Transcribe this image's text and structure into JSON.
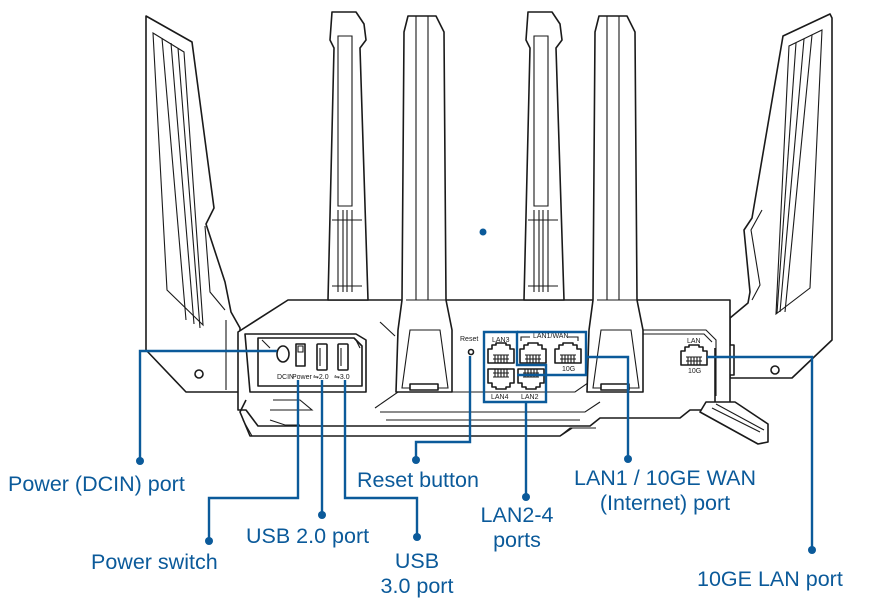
{
  "diagram": {
    "subject": "Wireless router rear panel",
    "accent_color": "#0b5a9a",
    "line_color": "#1a1a1a",
    "panel_markings": {
      "dcin": "DCIN",
      "power": "Power",
      "usb20": "⇋2.0",
      "usb30": "⇋3.0",
      "reset": "Reset",
      "lan3": "LAN3",
      "lan4": "LAN4",
      "lan2": "LAN2",
      "lan1_wan": "LAN1/WAN",
      "wan_10g": "10G",
      "lan": "LAN",
      "lan_10g": "10G"
    },
    "callouts": [
      {
        "id": "power-dcin-port",
        "text": "Power (DCIN) port"
      },
      {
        "id": "power-switch",
        "text": "Power switch"
      },
      {
        "id": "usb20-port",
        "text": "USB 2.0 port"
      },
      {
        "id": "usb30-port",
        "line1": "USB",
        "line2": "3.0 port"
      },
      {
        "id": "reset-button",
        "text": "Reset button"
      },
      {
        "id": "lan2-4-ports",
        "line1": "LAN2-4",
        "line2": "ports"
      },
      {
        "id": "lan1-wan-port",
        "line1": "LAN1 / 10GE WAN",
        "line2": "(Internet) port"
      },
      {
        "id": "10ge-lan-port",
        "text": "10GE LAN port"
      }
    ]
  }
}
